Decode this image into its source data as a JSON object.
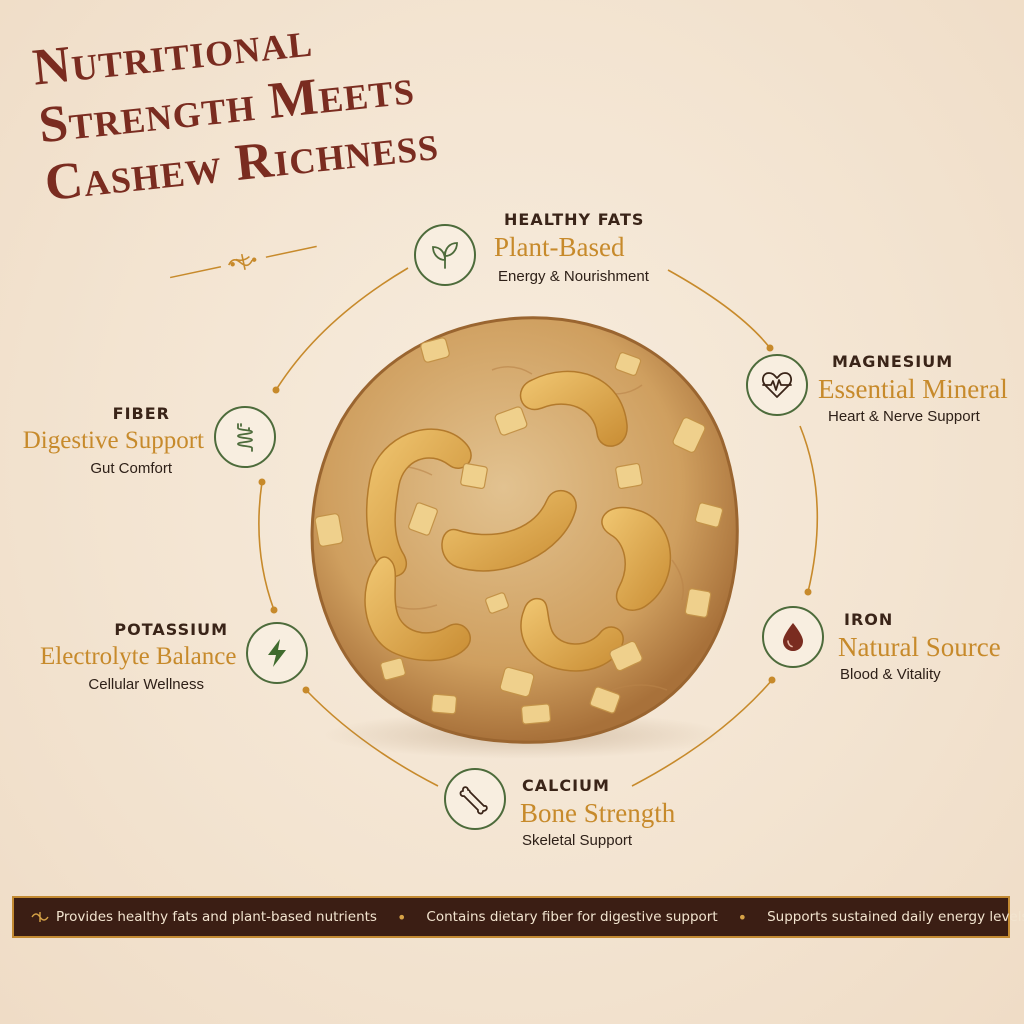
{
  "title": {
    "line1": "Nutritional",
    "line2": "Strength Meets",
    "line3": "Cashew Richness"
  },
  "colors": {
    "title": "#7a2c20",
    "accent_gold": "#c78a2b",
    "icon_green": "#4d6b3b",
    "footer_bg": "#3b1e14"
  },
  "nutrients": [
    {
      "kicker": "HEALTHY FATS",
      "headline": "Plant-Based",
      "sub": "Energy & Nourishment",
      "icon": "leaf-icon"
    },
    {
      "kicker": "MAGNESIUM",
      "headline": "Essential Mineral",
      "sub": "Heart & Nerve Support",
      "icon": "heartbeat-icon"
    },
    {
      "kicker": "IRON",
      "headline": "Natural Source",
      "sub": "Blood & Vitality",
      "icon": "drop-icon"
    },
    {
      "kicker": "CALCIUM",
      "headline": "Bone Strength",
      "sub": "Skeletal Support",
      "icon": "bone-icon"
    },
    {
      "kicker": "POTASSIUM",
      "headline": "Electrolyte Balance",
      "sub": "Cellular Wellness",
      "icon": "lightning-icon"
    },
    {
      "kicker": "FIBER",
      "headline": "Digestive Support",
      "sub": "Gut Comfort",
      "icon": "intestine-icon"
    }
  ],
  "footer": {
    "items": [
      "Provides healthy fats and plant-based nutrients",
      "Contains dietary fiber for digestive support",
      "Supports sustained daily energy levels"
    ]
  }
}
